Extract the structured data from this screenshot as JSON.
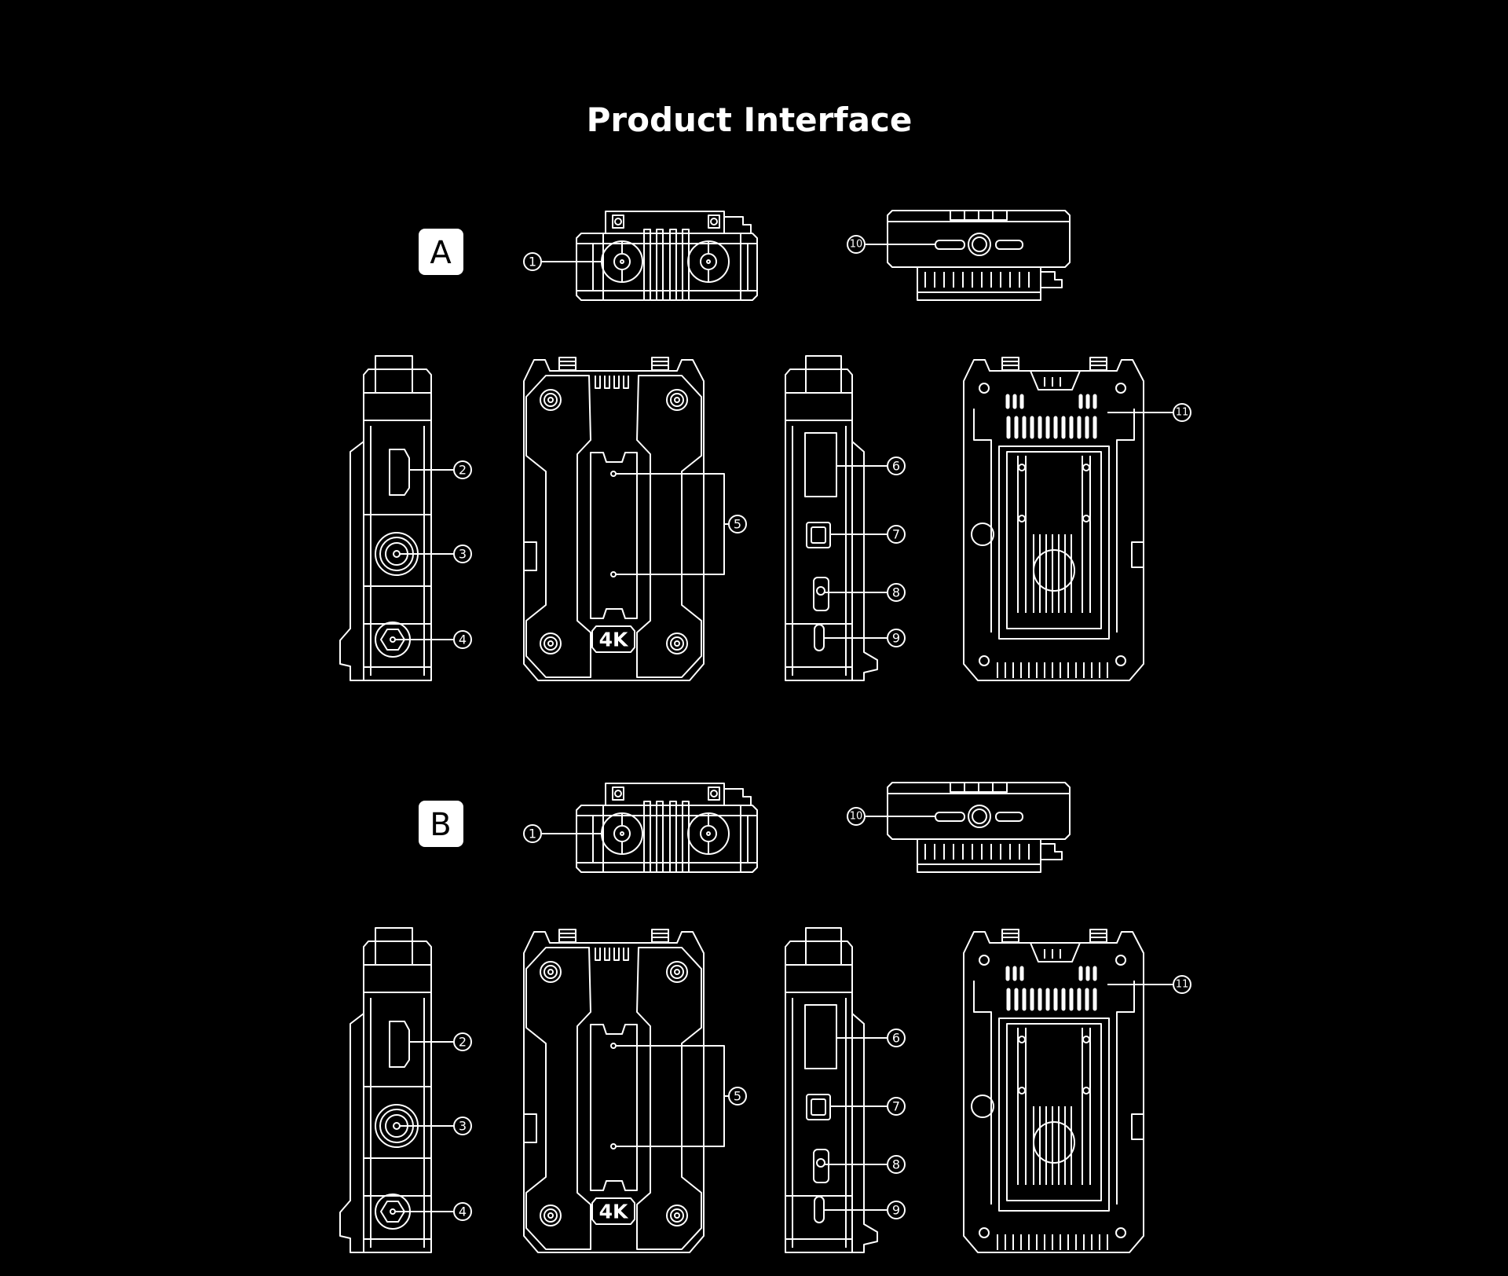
{
  "title": "Product Interface",
  "sections": [
    {
      "label": "A"
    },
    {
      "label": "B"
    }
  ],
  "callouts": [
    "1",
    "2",
    "3",
    "4",
    "5",
    "6",
    "7",
    "8",
    "9",
    "10",
    "11"
  ],
  "device_badge": "4K",
  "colors": {
    "background": "#000000",
    "line": "#ffffff"
  }
}
